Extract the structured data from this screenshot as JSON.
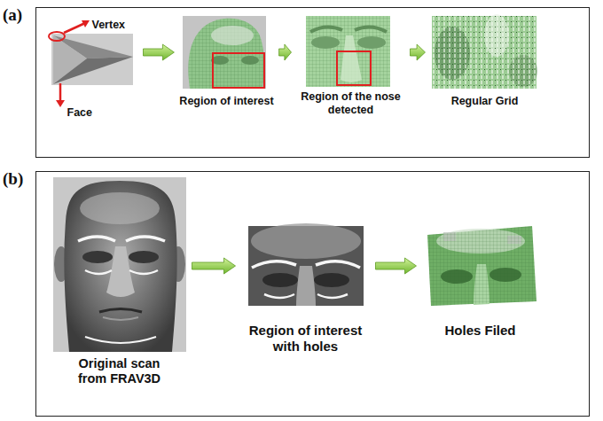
{
  "diagram": {
    "nodes": [
      {
        "text": [
          "(a)"
        ]
      },
      {
        "text": [
          "Vertex",
          "Face"
        ],
        "in": 0
      },
      {
        "text": [
          "Region of interest"
        ],
        "in": 0
      },
      {
        "text": [
          "Region of the nose detected"
        ],
        "in": 0
      },
      {
        "text": [
          "Regular Grid"
        ],
        "in": 0
      },
      {
        "text": [
          "(b)"
        ]
      },
      {
        "text": [
          "Original scan from FRAV3D"
        ],
        "in": 5
      },
      {
        "text": [
          "Region of interest with holes"
        ],
        "in": 5
      },
      {
        "text": [
          "Holes Filed"
        ],
        "in": 5
      }
    ],
    "edges": [
      {
        "from": 1,
        "to": 2,
        "arrow": "to"
      },
      {
        "from": 2,
        "to": 3,
        "arrow": "to"
      },
      {
        "from": 3,
        "to": 4,
        "arrow": "to"
      },
      {
        "from": 6,
        "to": 7,
        "arrow": "to"
      },
      {
        "from": 7,
        "to": 8,
        "arrow": "to"
      }
    ]
  }
}
